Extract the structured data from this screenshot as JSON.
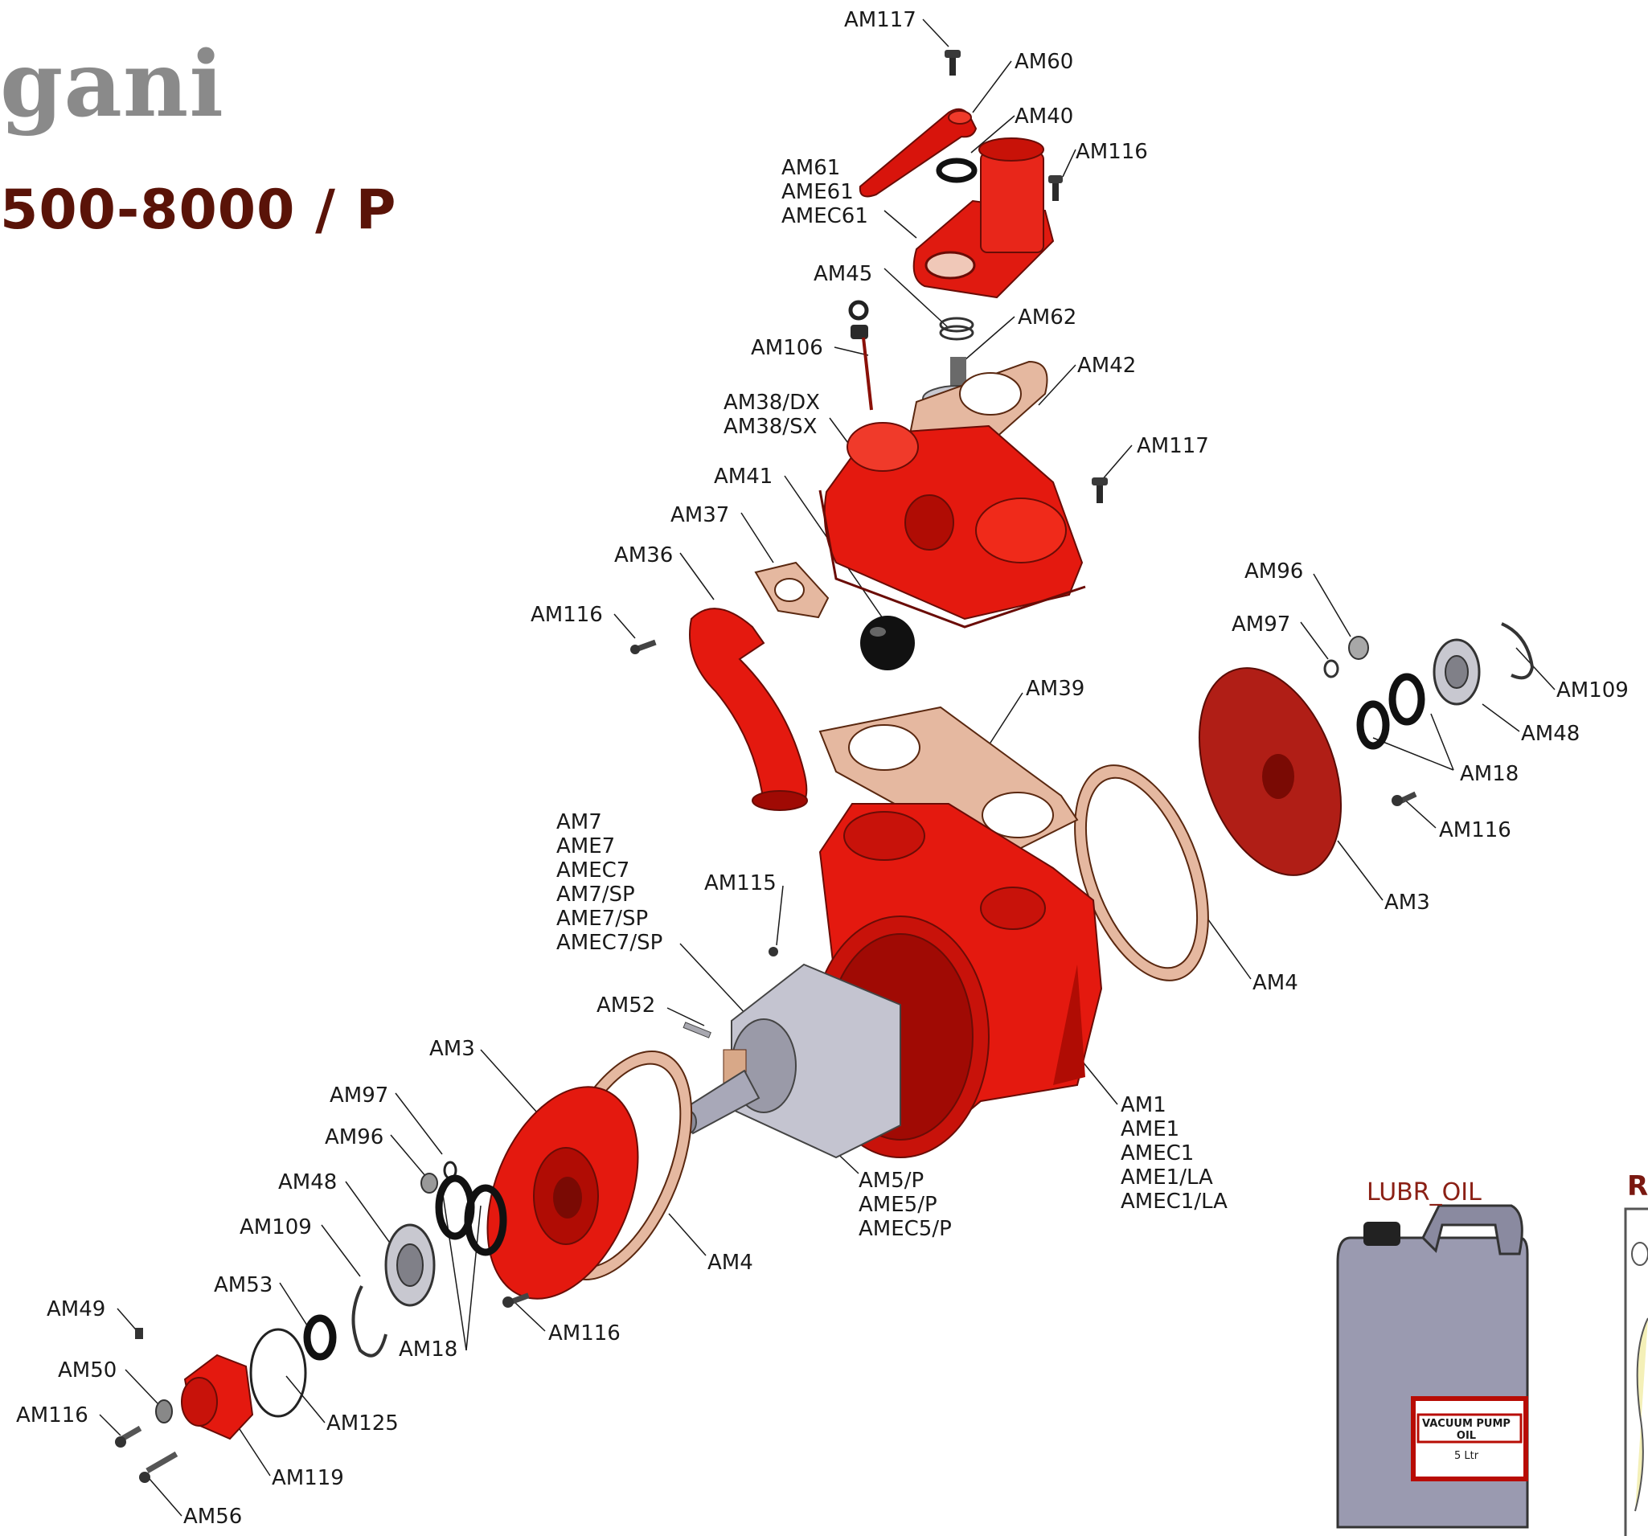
{
  "header": {
    "brand": "gani",
    "model": "500-8000 / P"
  },
  "colors": {
    "part_red": "#e4190f",
    "gasket_tan": "#e5b8a0",
    "steel": "#b8b8c4",
    "title_brown": "#5a1308",
    "brand_grey": "#8a8a8a"
  },
  "labels": {
    "am117_top": "AM117",
    "am60": "AM60",
    "am40": "AM40",
    "am116_top": "AM116",
    "am61_group": [
      "AM61",
      "AME61",
      "AMEC61"
    ],
    "am45": "AM45",
    "am62": "AM62",
    "am42": "AM42",
    "am106": "AM106",
    "am38_group": [
      "AM38/DX",
      "AM38/SX"
    ],
    "am117_mid": "AM117",
    "am41": "AM41",
    "am37": "AM37",
    "am36": "AM36",
    "am116_left": "AM116",
    "am96_right": "AM96",
    "am97_right": "AM97",
    "am109_right": "AM109",
    "am48_right": "AM48",
    "am18_right": "AM18",
    "am116_right": "AM116",
    "am39": "AM39",
    "am3_right": "AM3",
    "am4_right": "AM4",
    "am7_group": [
      "AM7",
      "AME7",
      "AMEC7",
      "AM7/SP",
      "AME7/SP",
      "AMEC7/SP"
    ],
    "am115": "AM115",
    "am52": "AM52",
    "am1_group": [
      "AM1",
      "AME1",
      "AMEC1",
      "AME1/LA",
      "AMEC1/LA"
    ],
    "am3_left": "AM3",
    "am97_left": "AM97",
    "am96_left": "AM96",
    "am48_left": "AM48",
    "am109_left": "AM109",
    "am53": "AM53",
    "am49": "AM49",
    "am50": "AM50",
    "am116_bl": "AM116",
    "am5_group": [
      "AM5/P",
      "AME5/P",
      "AMEC5/P"
    ],
    "am4_left": "AM4",
    "am116_bottom": "AM116",
    "am18_left": "AM18",
    "am125": "AM125",
    "am119": "AM119",
    "am56": "AM56"
  },
  "aux": {
    "oil_title": "LUBR_OIL",
    "oil_label": "VACUUM PUMP OIL",
    "oil_volume": "5 Ltr",
    "kit_title": "R"
  }
}
